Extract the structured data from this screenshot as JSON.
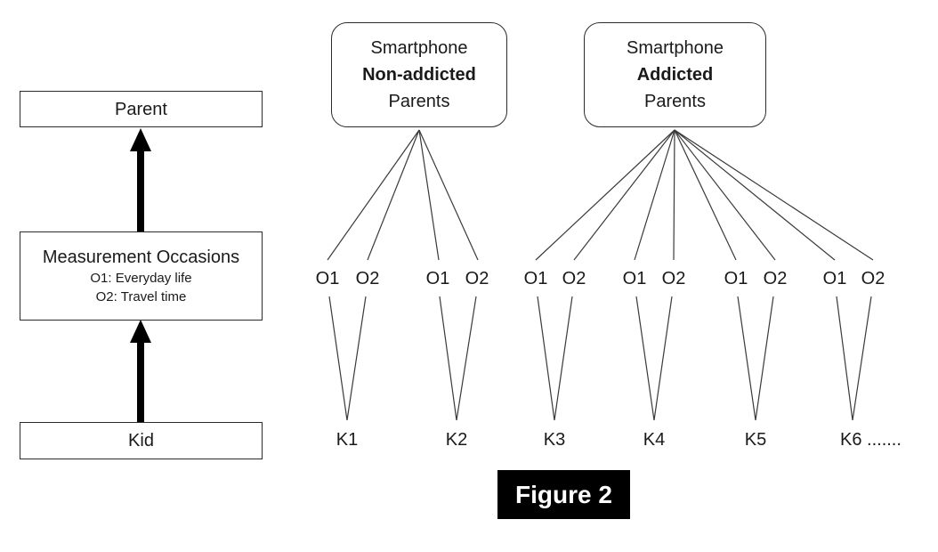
{
  "figure_caption": "Figure 2",
  "left_flow": {
    "parent_label": "Parent",
    "occasions_title": "Measurement Occasions",
    "occasion1": "O1: Everyday life",
    "occasion2": "O2: Travel time",
    "kid_label": "Kid"
  },
  "groups": [
    {
      "line1": "Smartphone",
      "line2": "Non-addicted",
      "line3": "Parents",
      "kids": [
        {
          "label": "K1",
          "occasions": [
            "O1",
            "O2"
          ]
        },
        {
          "label": "K2",
          "occasions": [
            "O1",
            "O2"
          ]
        }
      ]
    },
    {
      "line1": "Smartphone",
      "line2": "Addicted",
      "line3": "Parents",
      "kids": [
        {
          "label": "K3",
          "occasions": [
            "O1",
            "O2"
          ]
        },
        {
          "label": "K4",
          "occasions": [
            "O1",
            "O2"
          ]
        },
        {
          "label": "K5",
          "occasions": [
            "O1",
            "O2"
          ]
        },
        {
          "label": "K6 .......",
          "occasions": [
            "O1",
            "O2"
          ]
        }
      ]
    }
  ],
  "colors": {
    "line": "#3a3a3a",
    "arrow": "#000000",
    "box_border": "#2b2b2b",
    "caption_bg": "#000000",
    "caption_fg": "#ffffff"
  }
}
